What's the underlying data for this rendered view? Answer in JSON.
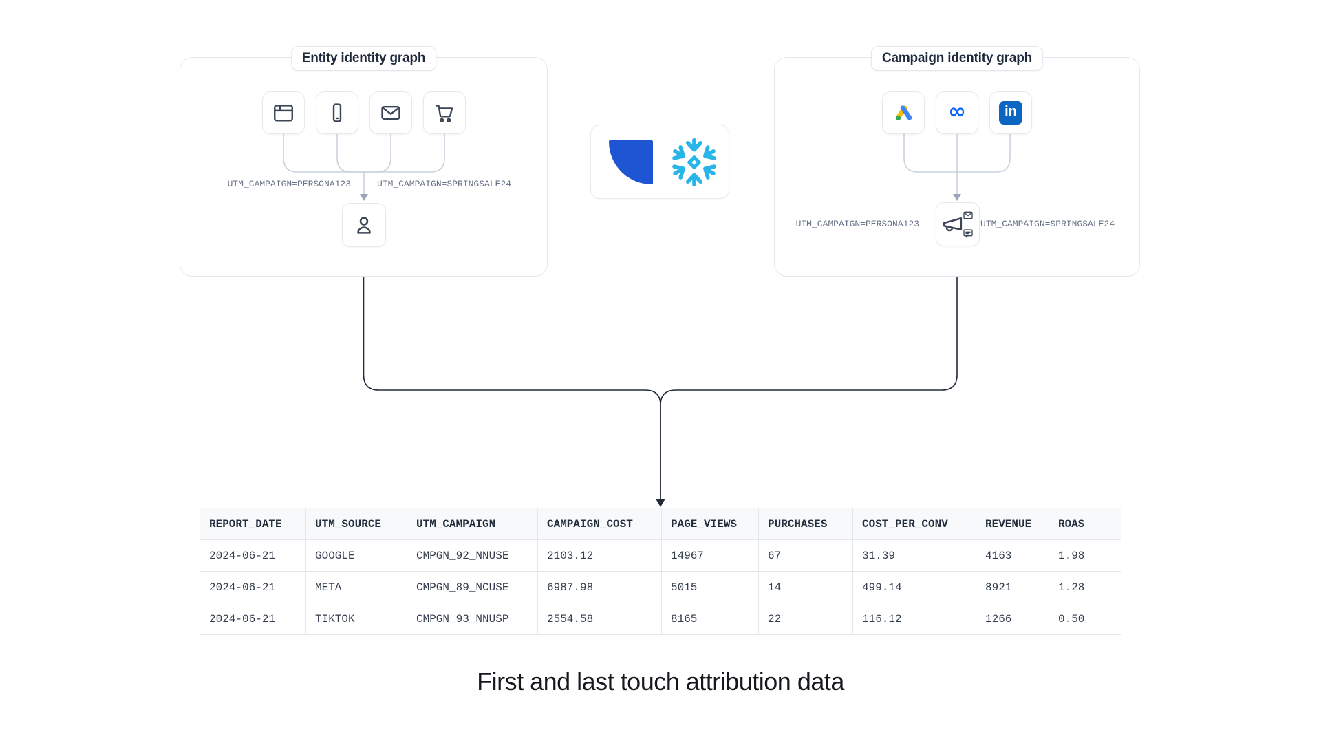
{
  "entity_panel": {
    "title": "Entity identity graph",
    "source_icons": [
      "browser-icon",
      "mobile-icon",
      "email-icon",
      "shopping-cart-icon"
    ],
    "target_icon": "user-icon",
    "label_left": "UTM_CAMPAIGN=PERSONA123",
    "label_right": "UTM_CAMPAIGN=SPRINGSALE24"
  },
  "campaign_panel": {
    "title": "Campaign identity graph",
    "source_icons": [
      "google-ads-icon",
      "meta-icon",
      "linkedin-icon"
    ],
    "target_icon": "megaphone-icon",
    "meta_glyph": "∞",
    "linkedin_text": "in",
    "label_left": "UTM_CAMPAIGN=PERSONA123",
    "label_right": "UTM_CAMPAIGN=SPRINGSALE24"
  },
  "integration_card": {
    "logos": [
      "census-logo",
      "snowflake-logo"
    ]
  },
  "table": {
    "columns": [
      "REPORT_DATE",
      "UTM_SOURCE",
      "UTM_CAMPAIGN",
      "CAMPAIGN_COST",
      "PAGE_VIEWS",
      "PURCHASES",
      "COST_PER_CONV",
      "REVENUE",
      "ROAS"
    ],
    "rows": [
      [
        "2024-06-21",
        "GOOGLE",
        "CMPGN_92_NNUSE",
        "2103.12",
        "14967",
        "67",
        "31.39",
        "4163",
        "1.98"
      ],
      [
        "2024-06-21",
        "META",
        "CMPGN_89_NCUSE",
        "6987.98",
        "5015",
        "14",
        "499.14",
        "8921",
        "1.28"
      ],
      [
        "2024-06-21",
        "TIKTOK",
        "CMPGN_93_NNUSP",
        "2554.58",
        "8165",
        "22",
        "116.12",
        "1266",
        "0.50"
      ]
    ]
  },
  "caption": {
    "text": "First and last touch attribution data"
  },
  "colors": {
    "census_blue": "#1D55D3",
    "snowflake_blue": "#29B5E8",
    "linkedin_blue": "#0A66C2",
    "meta_blue": "#0866FF",
    "google_yellow": "#FBBC04",
    "google_blue": "#4285F4",
    "google_green": "#34A853",
    "connector_gray": "#C9D2DD",
    "connector_dark": "#222B38",
    "text_dark": "#1E293B",
    "text_gray": "#667085",
    "border_light": "#E4E8EE"
  }
}
